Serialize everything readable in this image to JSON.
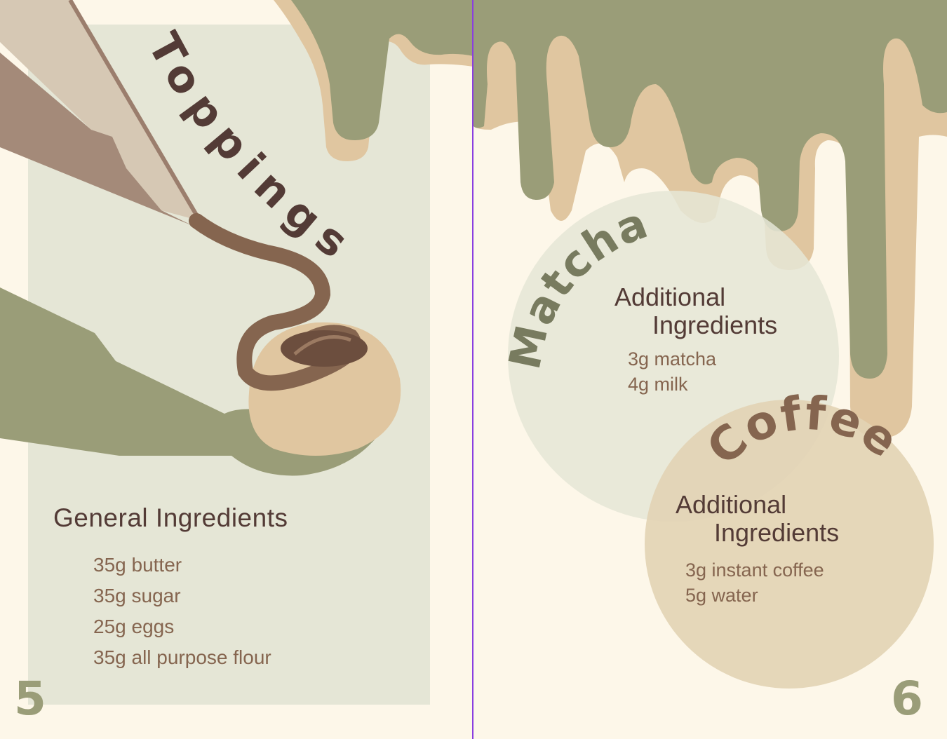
{
  "left_page": {
    "title": "Toppings",
    "section_heading": "General Ingredients",
    "ingredients": [
      "35g butter",
      "35g sugar",
      "25g eggs",
      "35g all purpose flour"
    ],
    "page_number": "5"
  },
  "right_page": {
    "matcha": {
      "title": "Matcha",
      "heading_line1": "Additional",
      "heading_line2": "Ingredients",
      "ingredients": [
        "3g matcha",
        "4g milk"
      ]
    },
    "coffee": {
      "title": "Coffee",
      "heading_line1": "Additional",
      "heading_line2": "Ingredients",
      "ingredients": [
        "3g instant coffee",
        "5g water"
      ]
    },
    "page_number": "6"
  },
  "colors": {
    "background": "#fdf7e9",
    "panel": "#e5e6d6",
    "green": "#9a9d78",
    "dark_green": "#787b5f",
    "tan": "#e0c6a0",
    "brown": "#85654f",
    "dark_brown": "#533b36",
    "divider": "#8a3ee0"
  }
}
